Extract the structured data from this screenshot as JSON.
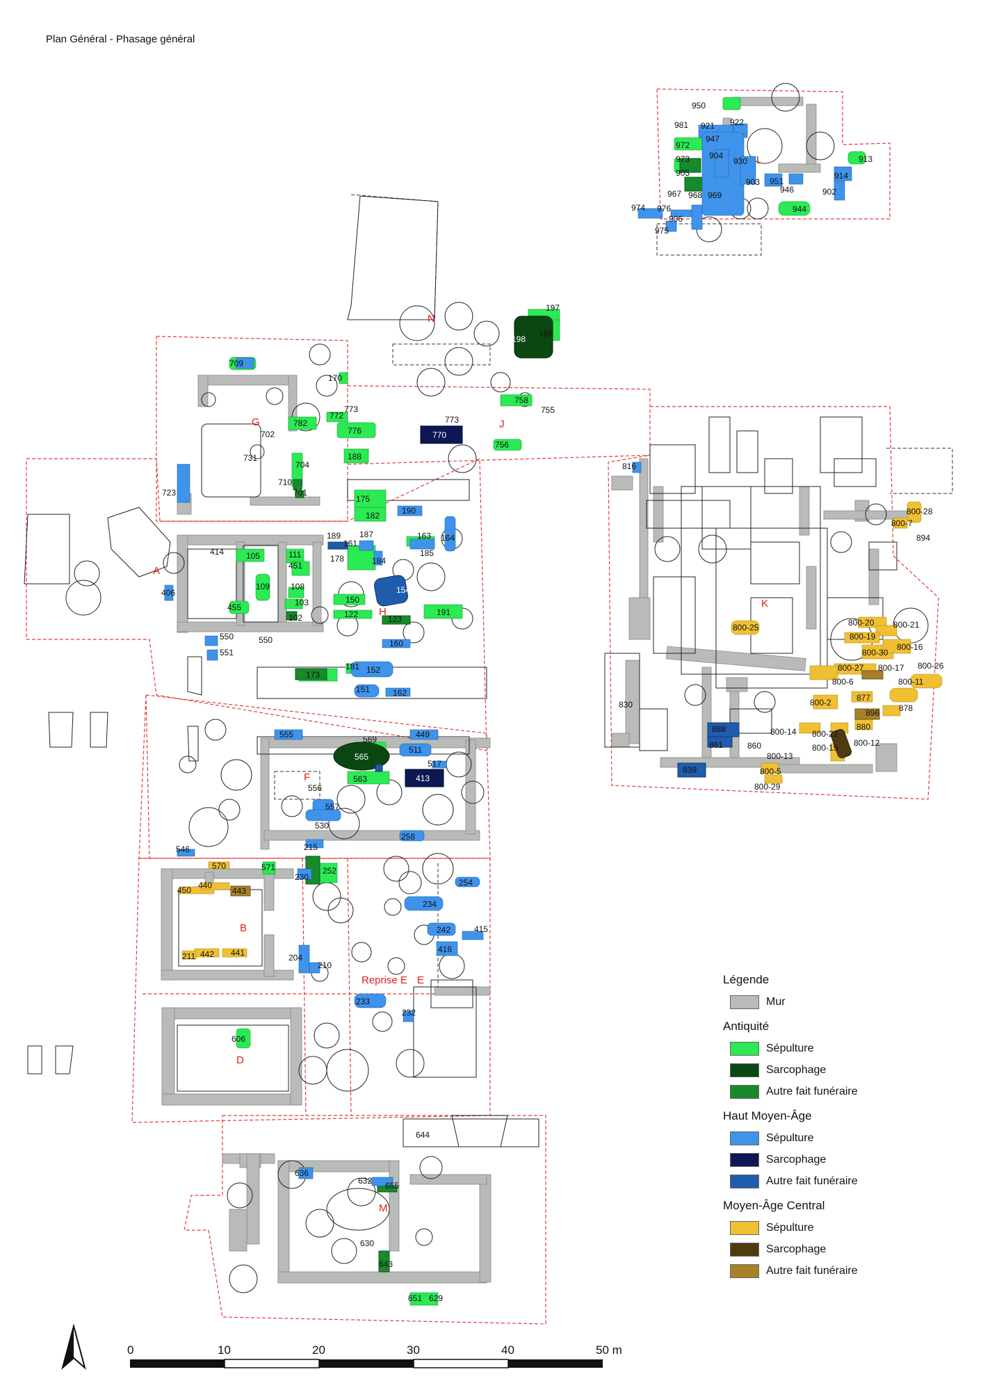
{
  "title": "Plan Général - Phasage général",
  "colors": {
    "mur": "#b9bbb8",
    "antiquite_sepulture": "#2bea54",
    "antiquite_sarcophage": "#0b4712",
    "antiquite_autre": "#178a2b",
    "hma_sepulture": "#3f93ea",
    "hma_sarcophage": "#0c1754",
    "hma_autre": "#1f5cab",
    "mac_sepulture": "#f0c034",
    "mac_sarcophage": "#4e3c10",
    "mac_autre": "#a7812a",
    "emprise": "#e53b3b"
  },
  "legend": {
    "title": "Légende",
    "mur_label": "Mur",
    "groups": [
      {
        "name": "Antiquité",
        "items": [
          {
            "label": "Sépulture",
            "color": "#2bea54"
          },
          {
            "label": "Sarcophage",
            "color": "#0b4712"
          },
          {
            "label": "Autre fait funéraire",
            "color": "#178a2b"
          }
        ]
      },
      {
        "name": "Haut Moyen-Âge",
        "items": [
          {
            "label": "Sépulture",
            "color": "#3f93ea"
          },
          {
            "label": "Sarcophage",
            "color": "#0c1754"
          },
          {
            "label": "Autre fait funéraire",
            "color": "#1f5cab"
          }
        ]
      },
      {
        "name": "Moyen-Âge Central",
        "items": [
          {
            "label": "Sépulture",
            "color": "#f0c034"
          },
          {
            "label": "Sarcophage",
            "color": "#4e3c10"
          },
          {
            "label": "Autre fait funéraire",
            "color": "#a7812a"
          }
        ]
      }
    ]
  },
  "scale": {
    "ticks": [
      "0",
      "10",
      "20",
      "30",
      "40",
      "50 m"
    ]
  },
  "zones": [
    "A",
    "B",
    "D",
    "E",
    "F",
    "G",
    "H",
    "J",
    "K",
    "L",
    "M",
    "N",
    "Reprise E"
  ],
  "features": {
    "antiquite_sepulture": [
      "950",
      "972",
      "913",
      "944",
      "197",
      "195",
      "709",
      "170",
      "758",
      "782",
      "772",
      "776",
      "188",
      "756",
      "704",
      "175",
      "182",
      "163",
      "178",
      "111",
      "451",
      "105",
      "109",
      "108",
      "103",
      "414",
      "455",
      "191",
      "150",
      "122",
      "173",
      "181",
      "563",
      "569",
      "571",
      "252",
      "606",
      "629",
      "651"
    ],
    "antiquite_sarcophage": [
      "198",
      "565"
    ],
    "antiquite_autre": [
      "973",
      "905",
      "710",
      "701",
      "102",
      "123",
      "655",
      "643"
    ],
    "hma_sepulture": [
      "921",
      "922",
      "947",
      "904",
      "930",
      "903",
      "951",
      "946",
      "914",
      "902",
      "974",
      "976",
      "906",
      "975",
      "967",
      "968",
      "969",
      "981",
      "816",
      "190",
      "187",
      "164",
      "161",
      "185",
      "184",
      "406",
      "723",
      "160",
      "152",
      "151",
      "162",
      "555",
      "449",
      "511",
      "517",
      "557",
      "530",
      "556",
      "258",
      "215",
      "254",
      "234",
      "242",
      "415",
      "416",
      "230",
      "204",
      "210",
      "233",
      "232",
      "636",
      "632",
      "630",
      "550",
      "551",
      "546"
    ],
    "hma_sarcophage": [
      "770",
      "413"
    ],
    "hma_autre": [
      "189",
      "154",
      "839",
      "888",
      "861"
    ],
    "mac_sepulture": [
      "800-28",
      "800-7",
      "800-25",
      "800-20",
      "800-21",
      "800-19",
      "800-30",
      "800-16",
      "800-27",
      "800-17",
      "800-26",
      "800-6",
      "800-11",
      "800-2",
      "877",
      "878",
      "896",
      "800-14",
      "880",
      "800-12",
      "800-15",
      "800-13",
      "800-5",
      "800-29",
      "450",
      "440",
      "442",
      "441",
      "211",
      "570"
    ],
    "mac_sarcophage": [
      "800-22"
    ],
    "mac_autre": [
      "443"
    ],
    "structures": [
      "773",
      "755",
      "702",
      "731",
      "894",
      "830",
      "860",
      "644",
      "550"
    ]
  }
}
